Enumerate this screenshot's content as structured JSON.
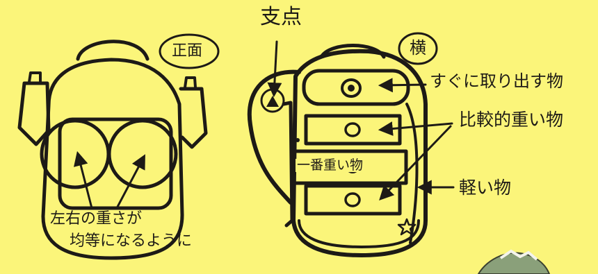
{
  "front": {
    "title": "正面",
    "note_line1": "左右の重さが",
    "note_line2": "均等になるように"
  },
  "side": {
    "title": "横",
    "fulcrum": "支点",
    "top_pocket": "すぐに取り出す物",
    "middle": "比較的重い物",
    "center": "一番重い物",
    "bottom": "軽い物"
  }
}
